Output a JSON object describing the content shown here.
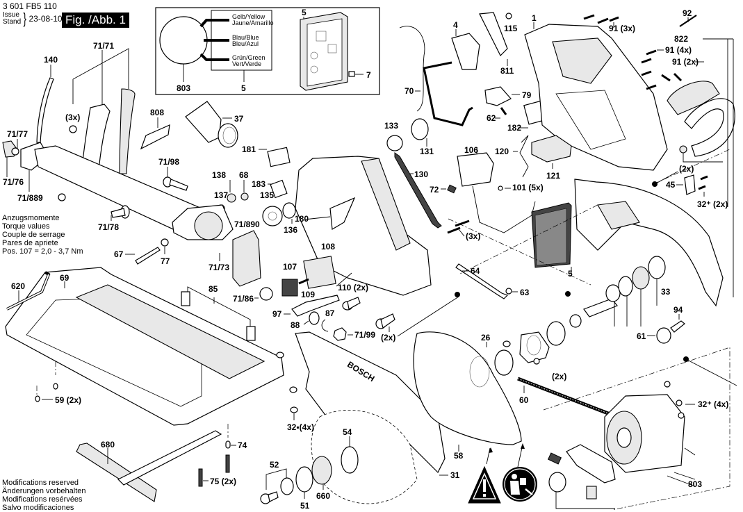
{
  "header": {
    "document_number": "3 601 FB5 110",
    "issue_label_en": "Issue",
    "issue_label_de": "Stand",
    "issue_date": "23-08-10",
    "figure_label": "Fig. /Abb. 1"
  },
  "inset": {
    "wire_labels": [
      {
        "line1": "Gelb/Yellow",
        "line2": "Jaune/Amarillo"
      },
      {
        "line1": "Blau/Blue",
        "line2": "Bleu/Azul"
      },
      {
        "line1": "Grün/Green",
        "line2": "Vert/Verde"
      }
    ],
    "motor_callout": "803",
    "board_callout": "5",
    "module_callout": "5",
    "cap_callout": "7"
  },
  "torque_note": {
    "lines": [
      "Anzugsmomente",
      "Torque values",
      "Couple de serrage",
      "Pares de apriete",
      "Pos. 107 =  2,0 - 3,7 Nm"
    ]
  },
  "modifications_note": {
    "lines": [
      "Modifications reserved",
      "Änderungen vorbehalten",
      "Modifications resérvées",
      "Salvo modificaciones"
    ]
  },
  "brand_on_guard": "BOSCH",
  "callouts": {
    "c140": "140",
    "c71_71": "71/71",
    "c3x_a": "(3x)",
    "c71_77": "71/77",
    "c71_76": "71/76",
    "c71_889": "71/889",
    "c808": "808",
    "c37": "37",
    "c71_98": "71/98",
    "c138": "138",
    "c68": "68",
    "c137": "137",
    "c135": "135",
    "c136": "136",
    "c71_78": "71/78",
    "c71_890": "71/890",
    "c67": "67",
    "c77": "77",
    "c71_73": "71/73",
    "c181": "181",
    "c183": "183",
    "c180": "180",
    "c133": "133",
    "c131": "131",
    "c130": "130",
    "c108": "108",
    "c107": "107",
    "c109": "109",
    "c110": "110 (2x)",
    "c71_86": "71/86",
    "c97": "97",
    "c88": "88",
    "c87": "87",
    "c71_99": "71/99",
    "c2x_a": "(2x)",
    "c85": "85",
    "c620": "620",
    "c69": "69",
    "c59": "59 (2x)",
    "c680": "680",
    "c74": "74",
    "c75": "75 (2x)",
    "c32a": "32▪(4x)",
    "c54": "54",
    "c52": "52",
    "c51": "51",
    "c660": "660",
    "c31": "31",
    "c58": "58",
    "c60": "60",
    "c26": "26",
    "c2x_b": "(2x)",
    "c64": "64",
    "c63": "63",
    "c5b": "5",
    "c33": "33",
    "c94": "94",
    "c61": "61",
    "c32b": "32⁺ (4x)",
    "c803": "803",
    "c4": "4",
    "c70": "70",
    "c115": "115",
    "c811": "811",
    "c79": "79",
    "c62": "62",
    "c182": "182",
    "c1": "1",
    "c91a": "91 (3x)",
    "c92": "92",
    "c822": "822",
    "c91b": "91 (4x)",
    "c91c": "91 (2x)",
    "c106": "106",
    "c120": "120",
    "c121": "121",
    "c72": "72",
    "c101": "101 (5x)",
    "c3x_b": "(3x)",
    "c2x_c": "(2x)",
    "c45": "45",
    "c32c": "32⁺ (2x)"
  }
}
